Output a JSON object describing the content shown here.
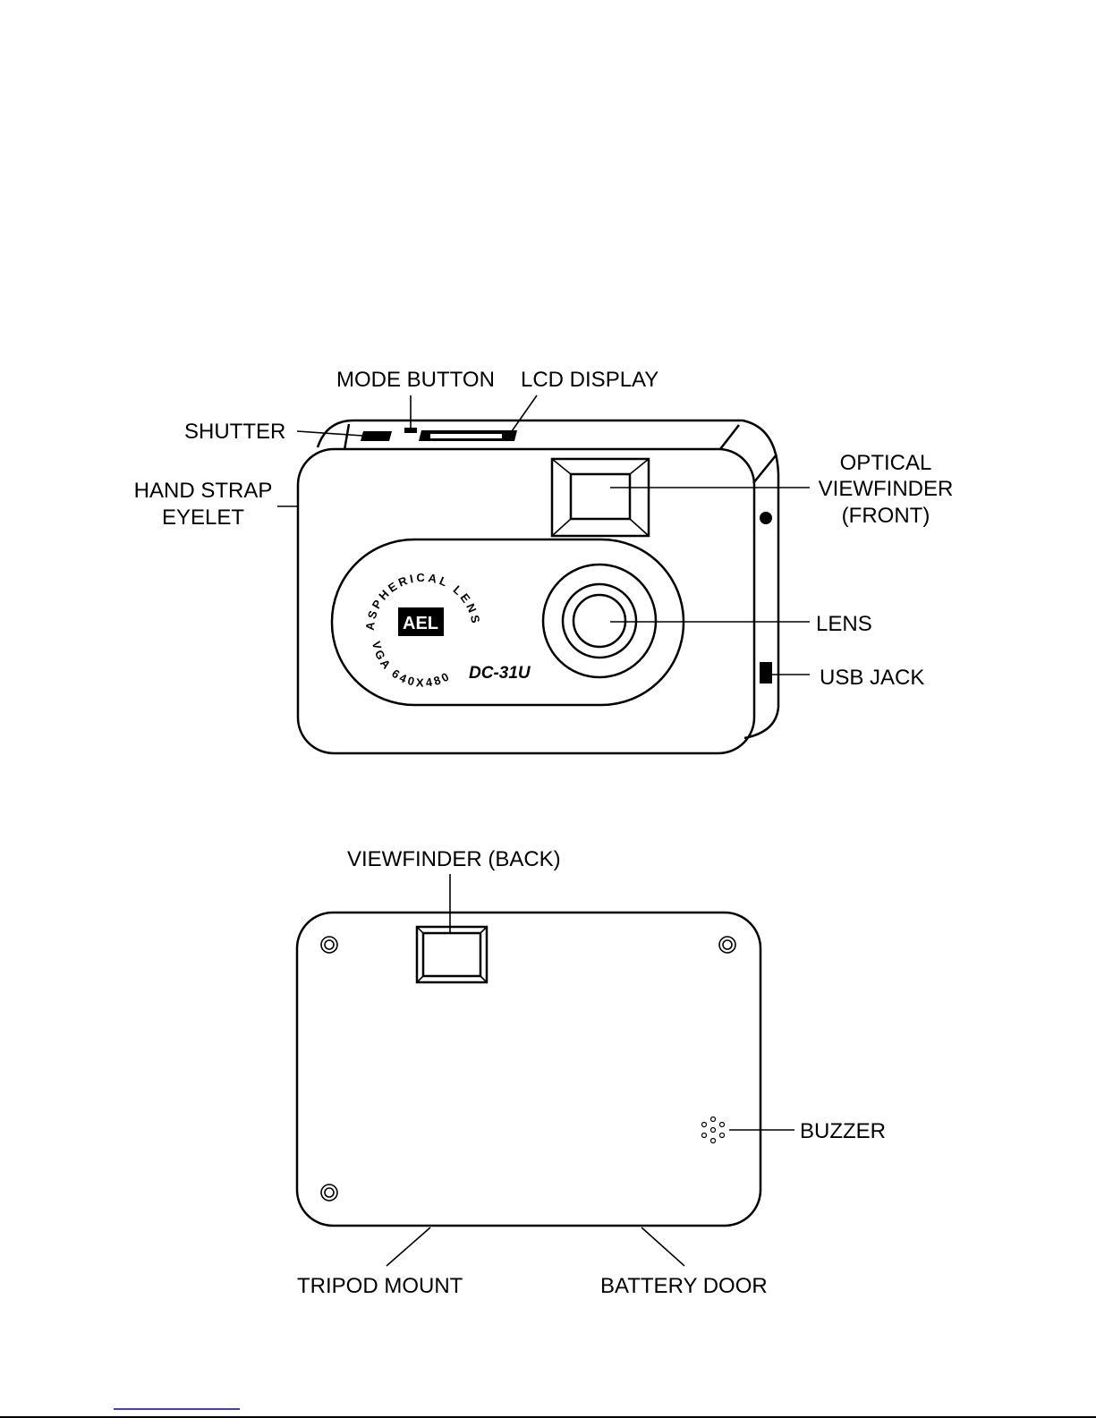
{
  "front_view": {
    "labels": {
      "mode_button": "MODE BUTTON",
      "lcd_display": "LCD DISPLAY",
      "shutter": "SHUTTER",
      "hand_strap_line1": "HAND STRAP",
      "hand_strap_line2": "EYELET",
      "optical_vf_line1": "OPTICAL",
      "optical_vf_line2": "VIEWFINDER",
      "optical_vf_line3": "(FRONT)",
      "lens": "LENS",
      "usb_jack": "USB JACK"
    },
    "printing": {
      "arc_top": "ASPHERICAL LENS",
      "arc_bottom": "VGA 640X480",
      "logo": "AEL",
      "model": "DC-31U"
    }
  },
  "back_view": {
    "labels": {
      "viewfinder_back": "VIEWFINDER (BACK)",
      "buzzer": "BUZZER",
      "tripod_mount": "TRIPOD MOUNT",
      "battery_door": "BATTERY DOOR"
    }
  }
}
